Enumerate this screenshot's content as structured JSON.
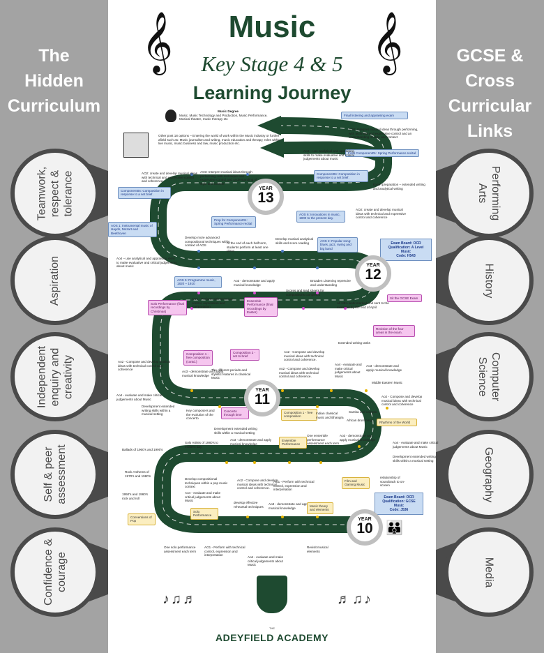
{
  "header": {
    "title": "Music",
    "subtitle": "Key Stage 4 & 5",
    "subtitle2": "Learning Journey"
  },
  "left_panel": {
    "title_lines": [
      "The",
      "Hidden",
      "Curriculum"
    ],
    "bubbles": [
      "Teamwork, respect & tolerance",
      "Aspiration",
      "Independent enquiry and creativity",
      "Self & peer assessment",
      "Confidence & courage"
    ]
  },
  "right_panel": {
    "title_lines": [
      "GCSE &",
      "Cross",
      "Curricular",
      "Links"
    ],
    "bubbles": [
      "Performing Arts",
      "History",
      "Computer Science",
      "Geography",
      "Media"
    ]
  },
  "top_notes": {
    "degree_title": "Music Degree",
    "degree_text": "Music, Music Technology and Production, Music Performance, Musical theatre, music therapy etc",
    "post18_text": "Other post 18 options – Entering the world of work within the Music industry or further afield such as: Music journalism and writing, music education and therapy, roles within live music, music business and law, music production etc.",
    "final_listening": "Final listening and appraising exam"
  },
  "years": [
    {
      "label": "YEAR",
      "number": "13"
    },
    {
      "label": "YEAR",
      "number": "12"
    },
    {
      "label": "YEAR",
      "number": "11"
    },
    {
      "label": "YEAR",
      "number": "10"
    }
  ],
  "exam_boards": {
    "ks5": [
      "Exam Board: OCR",
      "Qualification: A Level Music",
      "Code: H543"
    ],
    "ks4": [
      "Exam Board: OCR",
      "Qualification: GCSE Music",
      "Code: J536"
    ]
  },
  "y13": {
    "ao3_a": "AO3: Interpret musical ideas through performing, with technical and expressive control and an understanding of style and context",
    "final_comp": "Final Component01: Spring Performance recital",
    "ao4_a": "Ao4 – use analytical and appraising skills to make evaluative and critical judgements about music",
    "comp04": "Component04: Composition in response to a set brief.",
    "exam_prep": "Exam preparation – extended writing and analytical writing",
    "ao2_a": "AO2: create and develop musical ideas with technical and expressive control and coherence",
    "aos6": "AOS 6: Innovations in music, 1900 to the present day.",
    "ao2_b": "AO2: create and develop musical ideas with technical and expressive control and coherence",
    "ao3_b": "AO3: Interpret musical ideas through performing, with technique and expressive control and understanding of style and context",
    "comp04_left": "Component04: Composition in response to a set brief.",
    "prep01": "Prep for Component01: Spring Performance recital",
    "aos1": "AOS 1: Instrumental music of Haydn, Mozart and Beethoven",
    "develop": "Develop more advanced compositional techniques within context of AOS",
    "end_half": "At the end of each half term, students perform at least one piece",
    "analytical": "Develop musical analytical skills and score reading",
    "ao4_b": "Ao4 – use analytical and appraising skills to make evaluative and critical judgements about music"
  },
  "y12": {
    "aos2": "AOS 2: Popular song: blues, jazz, swing and big band",
    "aos5": "AOS 5: Programme music, 1820 – 1910",
    "ao3": "Ao3 - demonstrate and apply musical knowledge",
    "broaden": "Broaden Listening repertoire and understanding",
    "solo_perf": "Solo Performance (final recordings by Christmas)",
    "ao1": "AO1 - Perform with technical control, expression and interpretation",
    "ensemble": "Ensemble Performance (final recordings by Easter)",
    "scores": "Scores and lead sheets for compositions completed",
    "nea": "All NEA work marked and sent to the examiner by the end of April",
    "gcse_exam": "Sit the GCSE Exam",
    "revision": "Revision of the four areas in the exam.",
    "extended": "Extended writing tasks"
  },
  "y11": {
    "ao2_a": "Ao2 - Compose and develop musical ideas with technical control and coherence",
    "comp1": "Composition 1 - free composition (contd.)",
    "comp2": "Composition 2 - set to brief",
    "ao2_b": "Ao2 - Compose and develop musical ideas with technical control and coherence.",
    "ao3_a": "Ao3 - demonstrate and apply musical knowledge",
    "periods": "The different periods and stylistic features in classical Music",
    "ao2_c": "Ao2 - Compose and develop musical ideas with technical control and coherence.",
    "ao4_a": "Ao4 - evaluate and make critical judgements about Music",
    "ao3_b": "Ao3 - demonstrate and apply musical knowledge",
    "middle_east": "Middle Eastern Music",
    "ao2_d": "Ao2 - Compose and develop musical ideas with technical control and coherence",
    "ao4_b": "Ao4 - evaluate and make critical judgements about Music",
    "dev_writing": "Development extended writing skills within a musical setting",
    "composers": "Key composers and the evolution of the concerto",
    "concerto": "Concerto through time",
    "comp1_free": "Composition 1 - free composition",
    "indian": "Indian classical music and Bhangra",
    "samba": "Samba and calypso",
    "african": "African drumming",
    "rhythms": "Rhythms of the World"
  },
  "y10": {
    "dev_writing": "Development extended writing skills within a musical setting",
    "solo_artists": "Solo Artists of 1980's to modern day",
    "ao3_a": "Ao3 - demonstrate and apply musical knowledge",
    "ensemble": "Ensemble Performance",
    "one_ens": "One ensemble performance assessment each term",
    "ao3_b": "Ao3 - demonstrate and apply musical knowledge",
    "ballads": "Ballads of 1960's and 1990's",
    "ao4_a": "Ao4 - evaluate and make critical judgements about Music",
    "rock": "Rock Anthems of 1970's and 1980's",
    "develop_comp": "Develop compositional techniques within a pop music context",
    "ao2": "Ao2 - Compose and develop musical ideas with technical control and coherence.",
    "ao1_a": "AO1 - Perform with technical control, expression and interpretation",
    "dev_ext": "Development extended writing skills within a musical setting",
    "film": "Film and Gaming Music",
    "relationship": "relationship of soundtrack to on-screen",
    "rnr": "1950's and 1960's rock and roll",
    "ao4_b": "Ao4 - evaluate and make critical judgements about Music",
    "rehearsal": "develop effective rehearsal techniques",
    "ao3_c": "Ao3 - demonstrate and apply musical knowledge",
    "theory": "Music theory and elements",
    "conventions": "Conventions of Pop",
    "solo_perf": "Solo Performance",
    "one_solo": "One solo performance assessment each term",
    "ao1_b": "AO1 - Perform with technical control, expression and interpretation",
    "ao4_c": "Ao4 - evaluate and make critical judgements about Music",
    "revisit": "Revisit musical elements"
  },
  "footer": {
    "the": "THE",
    "academy": "ADEYFIELD ACADEMY"
  }
}
